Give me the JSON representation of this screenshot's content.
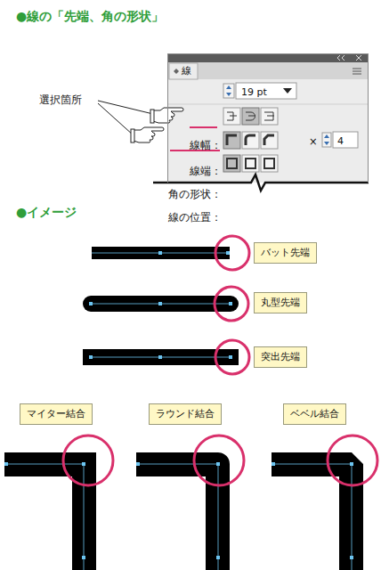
{
  "diagram": {
    "title": "●線の「先端、角の形状」",
    "nodes": [
      {
        "text": [
          "線",
          "線幅：",
          "19 pt",
          "線端：",
          "角の形状：",
          "×",
          "4",
          "線の位置："
        ]
      },
      {
        "text": [
          "バット先端"
        ]
      },
      {
        "text": [
          "丸型先端"
        ]
      },
      {
        "text": [
          "突出先端"
        ]
      },
      {
        "text": [
          "マイター結合"
        ]
      },
      {
        "text": [
          "ラウンド結合"
        ]
      },
      {
        "text": [
          "ベベル結合"
        ]
      }
    ],
    "labels": [
      "選択箇所",
      "●イメージ"
    ]
  }
}
